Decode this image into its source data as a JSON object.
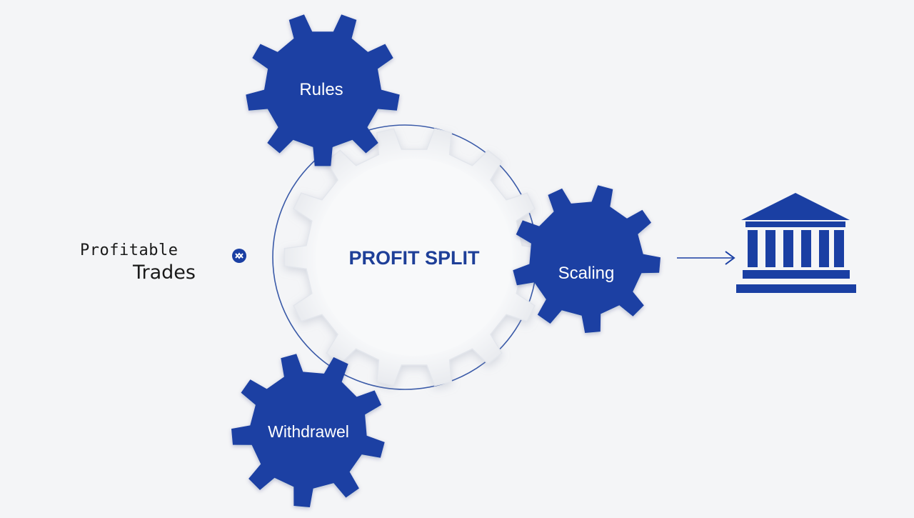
{
  "diagram": {
    "center_label": "PROFIT SPLIT",
    "input_label_line1": "Profitable",
    "input_label_line2": "Trades",
    "gears": {
      "rules": "Rules",
      "scaling": "Scaling",
      "withdrawal": "Withdrawel"
    },
    "output_icon": "bank-icon",
    "arrow_icon": "arrow-right-icon",
    "input_icon": "link-icon"
  },
  "colors": {
    "gear_blue": "#1a3fa3",
    "center_text": "#1e3f98",
    "ring": "#3a5aa8",
    "background": "#f4f5f7",
    "center_gear": "#ffffff"
  }
}
